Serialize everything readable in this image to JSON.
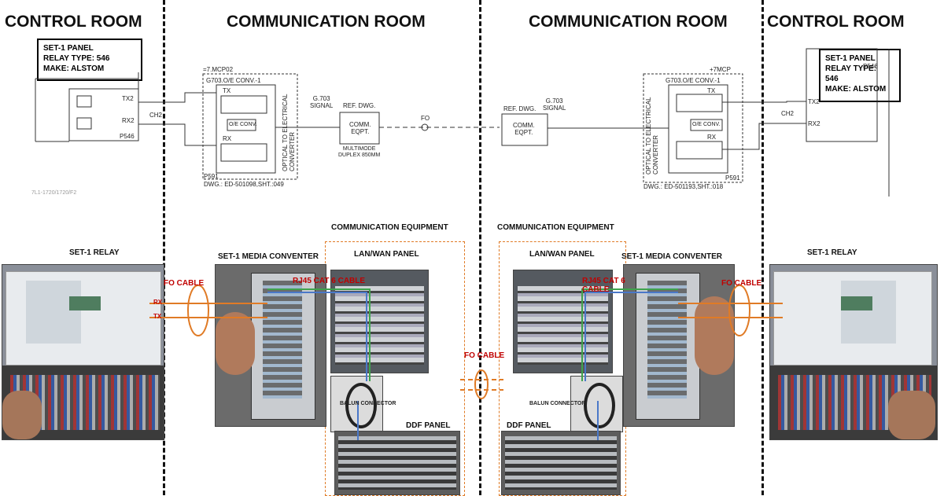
{
  "rooms": {
    "left_control": "CONTROL ROOM",
    "left_comm": "COMMUNICATION ROOM",
    "right_comm": "COMMUNICATION ROOM",
    "right_control": "CONTROL ROOM"
  },
  "left_panel_label": "SET-1 PANEL\nRELAY TYPE: 546\nMAKE: ALSTOM",
  "right_panel_label": "SET-1 PANEL\nRELAY TYPE:\n546\nMAKE: ALSTOM",
  "schematic": {
    "left": {
      "relay_tx": "TX2",
      "relay_rx": "RX2",
      "relay_model": "P546",
      "channel": "CH2",
      "conv_tag": "=7.MCP02",
      "conv_title": "G703.O/E CONV.-1",
      "tx": "TX",
      "oe": "O/E CONV.",
      "rx": "RX",
      "conv_side": "OPTICAL TO ELECTRICAL CONVERTER",
      "conv_model": "P591",
      "dwg": "DWG.: ED-501098,SHT.:049",
      "signal": "G.703\nSIGNAL",
      "ref": "REF. DWG.",
      "comm": "COMM.\nEQPT.",
      "multimode": "MULTIMODE\nDUPLEX 850MM",
      "fo": "FO",
      "small_note": "7L1-1720/1720/F2"
    },
    "right": {
      "relay_tx": "TX2",
      "relay_rx": "RX2",
      "relay_model": "P546",
      "channel": "CH2",
      "conv_tag": "+7MCP",
      "conv_title": "G703.O/E CONV.-1",
      "tx": "TX",
      "oe": "O/E CONV.",
      "rx": "RX",
      "conv_side": "OPTICAL TO ELECTRICAL CONVERTER",
      "conv_model": "P591",
      "dwg": "DWG.: ED-501193,SHT.:018",
      "signal": "G.703\nSIGNAL",
      "ref": "REF. DWG.",
      "comm": "COMM.\nEQPT."
    }
  },
  "photo_section": {
    "left_relay": "SET-1 RELAY",
    "left_media": "SET-1 MEDIA CONVENTER",
    "left_comm_eq": "COMMUNICATION EQUIPMENT",
    "left_lanwan": "LAN/WAN PANEL",
    "left_balun": "BALUN CONNECTOR",
    "left_ddf": "DDF PANEL",
    "right_relay": "SET-1 RELAY",
    "right_media": "SET-1 MEDIA CONVENTER",
    "right_comm_eq": "COMMUNICATION EQUIPMENT",
    "right_lanwan": "LAN/WAN PANEL",
    "right_balun": "BALUN CONNECTOR",
    "right_ddf": "DDF PANEL",
    "fo_cable_left": "FO CABLE",
    "fo_cable_center": "FO CABLE",
    "fo_cable_right": "FO CABLE",
    "rj45_left": "RJ45 CAT 6 CABLE",
    "rj45_right": "RJ45 CAT 6\nCABLE",
    "rx": "RX",
    "tx": "TX"
  },
  "colors": {
    "orange": "#e07b26",
    "red_label": "#c00000",
    "green_wire": "#3fa34d",
    "blue_wire": "#4a78c8"
  }
}
